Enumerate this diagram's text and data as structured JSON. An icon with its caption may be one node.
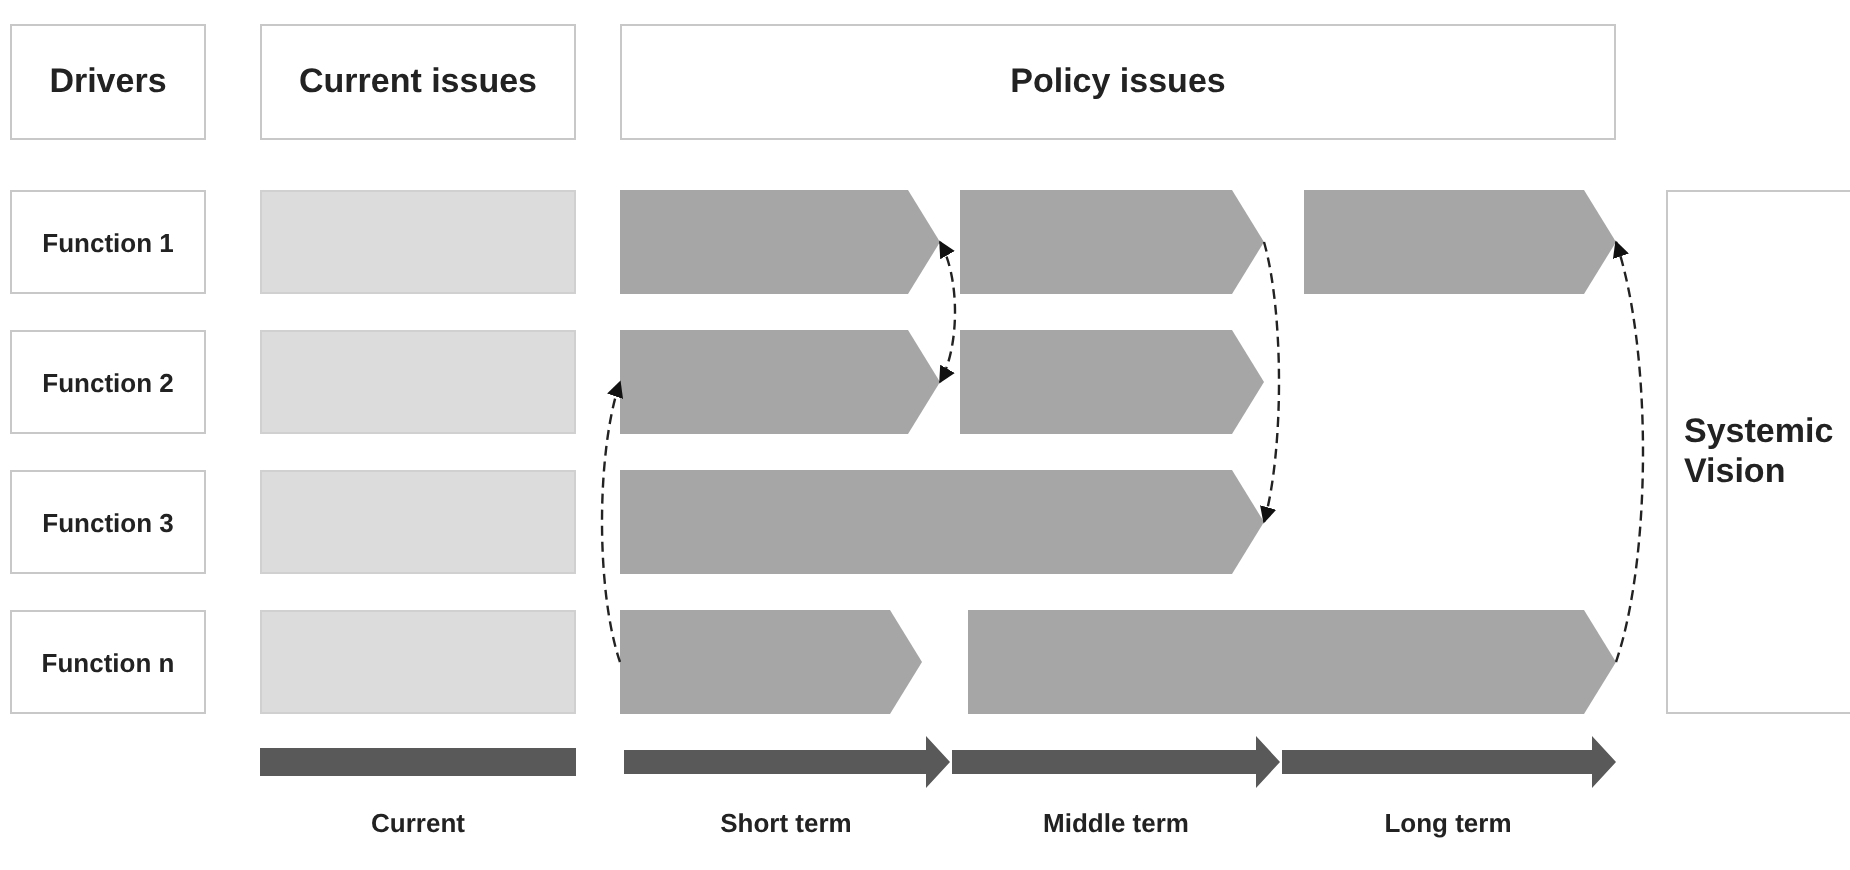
{
  "diagram": {
    "nodes": [
      {
        "text": [
          "Drivers"
        ]
      },
      {
        "text": [
          "Current issues"
        ]
      },
      {
        "text": [
          "Policy issues"
        ]
      },
      {
        "text": [
          "Function 1"
        ]
      },
      {
        "text": [],
        "shape": "box"
      },
      {
        "text": [],
        "shape": "chevron"
      },
      {
        "text": [],
        "shape": "chevron"
      },
      {
        "text": [],
        "shape": "chevron"
      },
      {
        "text": [
          "Function 2"
        ]
      },
      {
        "text": [],
        "shape": "box"
      },
      {
        "text": [],
        "shape": "chevron"
      },
      {
        "text": [],
        "shape": "chevron"
      },
      {
        "text": [
          "Function 3"
        ]
      },
      {
        "text": [],
        "shape": "box"
      },
      {
        "text": [],
        "shape": "chevron"
      },
      {
        "text": [
          "Function n"
        ]
      },
      {
        "text": [],
        "shape": "box"
      },
      {
        "text": [],
        "shape": "chevron"
      },
      {
        "text": [],
        "shape": "chevron"
      },
      {
        "text": [
          "Systemic Vision"
        ]
      }
    ],
    "edges": [
      {
        "from": 5,
        "to": 10,
        "arrow": "both",
        "style": "dashed"
      },
      {
        "from": 6,
        "to": 14,
        "arrow": "to",
        "style": "dashed"
      },
      {
        "from": 17,
        "to": 10,
        "arrow": "to",
        "style": "dashed"
      },
      {
        "from": 18,
        "to": 7,
        "arrow": "to",
        "style": "dashed"
      }
    ],
    "labels": [
      "Current",
      "Short term",
      "Middle term",
      "Long term"
    ]
  }
}
